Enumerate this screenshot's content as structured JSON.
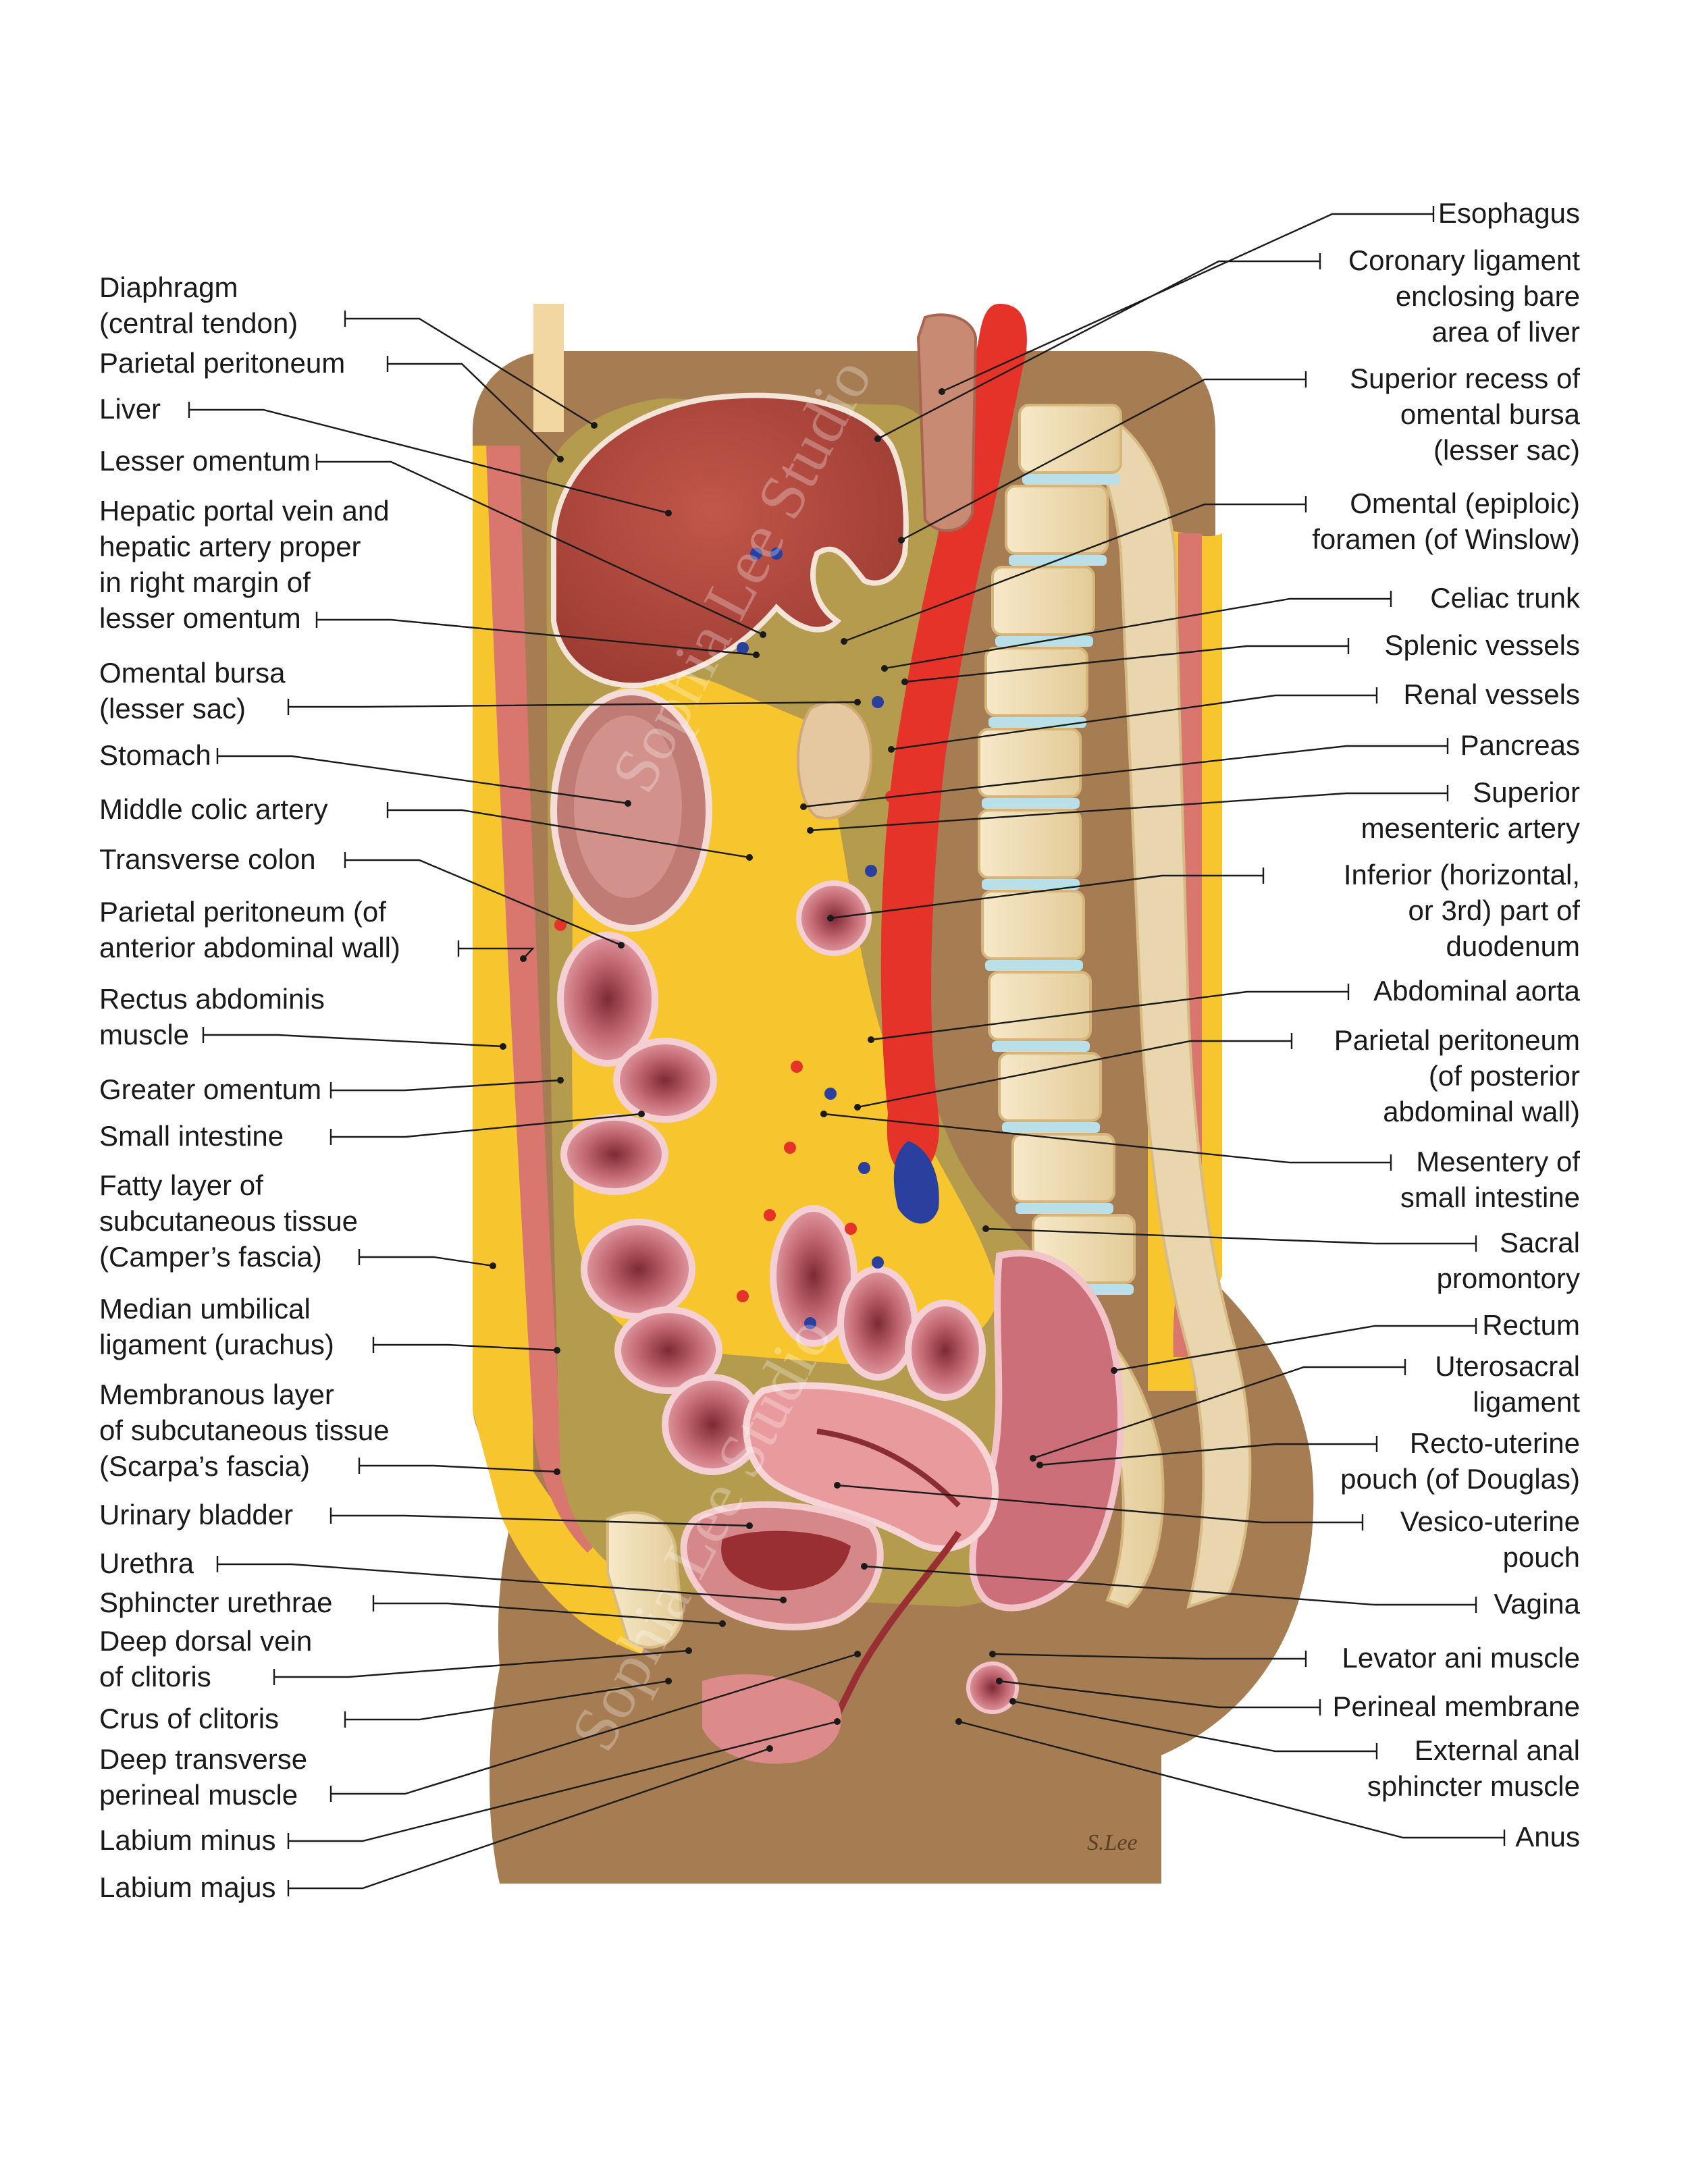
{
  "colors": {
    "skin": "#a67c52",
    "fat": "#f7c62f",
    "muscle": "#d9776f",
    "liver": "#b5473c",
    "artery": "#e6332a",
    "vein": "#2b3f9e",
    "peritoneal_cavity": "#b59b4d",
    "bone": "#f1dfb7",
    "disc": "#b9dfe9",
    "bowel": "#cf7c82",
    "bowel_wall": "#f0b6bd",
    "uterus": "#e88e93",
    "line": "#1a1a1a"
  },
  "watermark": "Sophia Lee Studio",
  "signature": "S.Lee",
  "labels_left": [
    {
      "id": "diaphragm",
      "lines": [
        "Diaphragm",
        "(central tendon)"
      ]
    },
    {
      "id": "parietal-peritoneum",
      "lines": [
        "Parietal peritoneum"
      ]
    },
    {
      "id": "liver",
      "lines": [
        "Liver"
      ]
    },
    {
      "id": "lesser-omentum",
      "lines": [
        "Lesser omentum"
      ]
    },
    {
      "id": "hepatic-portal-vein",
      "lines": [
        "Hepatic portal vein and",
        "hepatic artery proper",
        "in right margin of",
        "lesser omentum"
      ]
    },
    {
      "id": "omental-bursa",
      "lines": [
        "Omental bursa",
        "(lesser sac)"
      ]
    },
    {
      "id": "stomach",
      "lines": [
        "Stomach"
      ]
    },
    {
      "id": "middle-colic-artery",
      "lines": [
        "Middle colic artery"
      ]
    },
    {
      "id": "transverse-colon",
      "lines": [
        "Transverse colon"
      ]
    },
    {
      "id": "parietal-peritoneum-anterior",
      "lines": [
        "Parietal peritoneum (of",
        "anterior abdominal wall)"
      ]
    },
    {
      "id": "rectus-abdominis",
      "lines": [
        "Rectus abdominis",
        "muscle"
      ]
    },
    {
      "id": "greater-omentum",
      "lines": [
        "Greater omentum"
      ]
    },
    {
      "id": "small-intestine",
      "lines": [
        "Small intestine"
      ]
    },
    {
      "id": "campers-fascia",
      "lines": [
        "Fatty layer of",
        "subcutaneous tissue",
        "(Camper’s fascia)"
      ]
    },
    {
      "id": "median-umbilical-ligament",
      "lines": [
        "Median umbilical",
        "ligament (urachus)"
      ]
    },
    {
      "id": "scarpas-fascia",
      "lines": [
        "Membranous layer",
        "of subcutaneous tissue",
        "(Scarpa’s fascia)"
      ]
    },
    {
      "id": "urinary-bladder",
      "lines": [
        "Urinary bladder"
      ]
    },
    {
      "id": "urethra",
      "lines": [
        "Urethra"
      ]
    },
    {
      "id": "sphincter-urethrae",
      "lines": [
        "Sphincter urethrae"
      ]
    },
    {
      "id": "deep-dorsal-vein",
      "lines": [
        "Deep dorsal vein",
        "of clitoris"
      ]
    },
    {
      "id": "crus-of-clitoris",
      "lines": [
        "Crus of clitoris"
      ]
    },
    {
      "id": "deep-transverse-perineal",
      "lines": [
        "Deep transverse",
        "perineal muscle"
      ]
    },
    {
      "id": "labium-minus",
      "lines": [
        "Labium minus"
      ]
    },
    {
      "id": "labium-majus",
      "lines": [
        "Labium majus"
      ]
    }
  ],
  "labels_right": [
    {
      "id": "esophagus",
      "lines": [
        "Esophagus"
      ]
    },
    {
      "id": "coronary-ligament",
      "lines": [
        "Coronary ligament",
        "enclosing bare",
        "area of liver"
      ]
    },
    {
      "id": "superior-recess",
      "lines": [
        "Superior recess of",
        "omental bursa",
        "(lesser sac)"
      ]
    },
    {
      "id": "omental-foramen",
      "lines": [
        "Omental (epiploic)",
        "foramen (of Winslow)"
      ]
    },
    {
      "id": "celiac-trunk",
      "lines": [
        "Celiac trunk"
      ]
    },
    {
      "id": "splenic-vessels",
      "lines": [
        "Splenic vessels"
      ]
    },
    {
      "id": "renal-vessels",
      "lines": [
        "Renal vessels"
      ]
    },
    {
      "id": "pancreas",
      "lines": [
        "Pancreas"
      ]
    },
    {
      "id": "superior-mesenteric-artery",
      "lines": [
        "Superior",
        "mesenteric artery"
      ]
    },
    {
      "id": "inferior-duodenum",
      "lines": [
        "Inferior (horizontal,",
        "or 3rd) part of",
        "duodenum"
      ]
    },
    {
      "id": "abdominal-aorta",
      "lines": [
        "Abdominal aorta"
      ]
    },
    {
      "id": "parietal-peritoneum-posterior",
      "lines": [
        "Parietal peritoneum",
        "(of posterior",
        "abdominal wall)"
      ]
    },
    {
      "id": "mesentery",
      "lines": [
        "Mesentery of",
        "small intestine"
      ]
    },
    {
      "id": "sacral-promontory",
      "lines": [
        "Sacral",
        "promontory"
      ]
    },
    {
      "id": "rectum",
      "lines": [
        "Rectum"
      ]
    },
    {
      "id": "uterosacral-ligament",
      "lines": [
        "Uterosacral",
        "ligament"
      ]
    },
    {
      "id": "recto-uterine-pouch",
      "lines": [
        "Recto-uterine",
        "pouch (of Douglas)"
      ]
    },
    {
      "id": "vesico-uterine-pouch",
      "lines": [
        "Vesico-uterine",
        "pouch"
      ]
    },
    {
      "id": "vagina",
      "lines": [
        "Vagina"
      ]
    },
    {
      "id": "levator-ani",
      "lines": [
        "Levator ani muscle"
      ]
    },
    {
      "id": "perineal-membrane",
      "lines": [
        "Perineal membrane"
      ]
    },
    {
      "id": "external-anal-sphincter",
      "lines": [
        "External anal",
        "sphincter muscle"
      ]
    },
    {
      "id": "anus",
      "lines": [
        "Anus"
      ]
    }
  ]
}
